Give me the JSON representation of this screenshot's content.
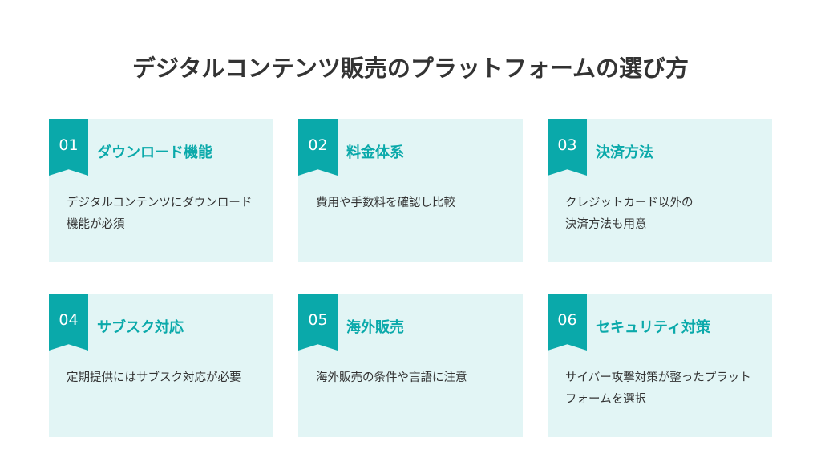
{
  "title": "デジタルコンテンツ販売のプラットフォームの選び方",
  "colors": {
    "accent": "#0aa9aa",
    "card_bg": "#e2f5f5",
    "text": "#333333"
  },
  "cards": [
    {
      "num": "01",
      "title": "ダウンロード機能",
      "desc": "デジタルコンテンツにダウンロード機能が必須"
    },
    {
      "num": "02",
      "title": "料金体系",
      "desc": "費用や手数料を確認し比較"
    },
    {
      "num": "03",
      "title": "決済方法",
      "desc": "クレジットカード以外の\n決済方法も用意"
    },
    {
      "num": "04",
      "title": "サブスク対応",
      "desc": "定期提供にはサブスク対応が必要"
    },
    {
      "num": "05",
      "title": "海外販売",
      "desc": "海外販売の条件や言語に注意"
    },
    {
      "num": "06",
      "title": "セキュリティ対策",
      "desc": "サイバー攻撃対策が整ったプラットフォームを選択"
    }
  ]
}
